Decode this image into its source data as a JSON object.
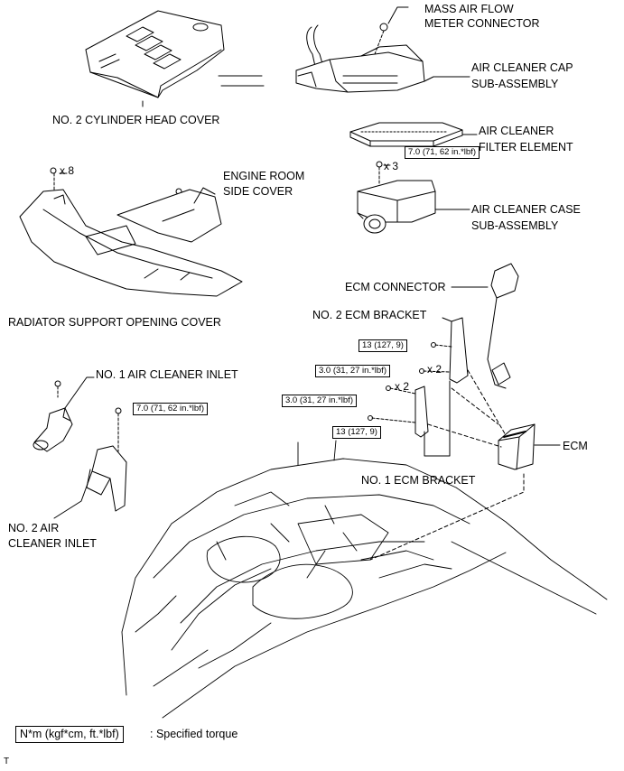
{
  "labels": {
    "cylinder_head_cover": "NO. 2 CYLINDER HEAD COVER",
    "mass_air_flow_meter_connector_1": "MASS AIR FLOW",
    "mass_air_flow_meter_connector_2": "METER CONNECTOR",
    "air_cleaner_cap_1": "AIR CLEANER CAP",
    "air_cleaner_cap_2": "SUB-ASSEMBLY",
    "air_cleaner_filter_1": "AIR CLEANER",
    "air_cleaner_filter_2": "FILTER ELEMENT",
    "engine_room_side_cover_1": "ENGINE ROOM",
    "engine_room_side_cover_2": "SIDE COVER",
    "air_cleaner_case_1": "AIR CLEANER CASE",
    "air_cleaner_case_2": "SUB-ASSEMBLY",
    "radiator_support_cover": "RADIATOR SUPPORT OPENING COVER",
    "ecm_connector": "ECM CONNECTOR",
    "no2_ecm_bracket": "NO. 2 ECM BRACKET",
    "no1_air_cleaner_inlet": "NO. 1 AIR CLEANER INLET",
    "ecm": "ECM",
    "no1_ecm_bracket": "NO. 1 ECM BRACKET",
    "no2_air_cleaner_inlet_1": "NO. 2 AIR",
    "no2_air_cleaner_inlet_2": "CLEANER INLET"
  },
  "torques": {
    "air_cleaner_case": "7.0 (71, 62 in.*lbf)",
    "no1_air_cleaner_inlet": "7.0 (71, 62 in.*lbf)",
    "ecm_bracket_upper": "13 (127, 9)",
    "ecm_bracket_mid": "3.0 (31, 27 in.*lbf)",
    "ecm_bracket_lower": "3.0 (31, 27 in.*lbf)",
    "ecm_bracket_bottom": "13 (127, 9)"
  },
  "quantities": {
    "cover_clips": "x 8",
    "case_bolts": "x 3",
    "bracket_mid": "x 2",
    "bracket_lower": "x 2"
  },
  "legend": {
    "unit": "N*m (kgf*cm, ft.*lbf)",
    "description": ": Specified torque"
  },
  "corner_mark": "T"
}
